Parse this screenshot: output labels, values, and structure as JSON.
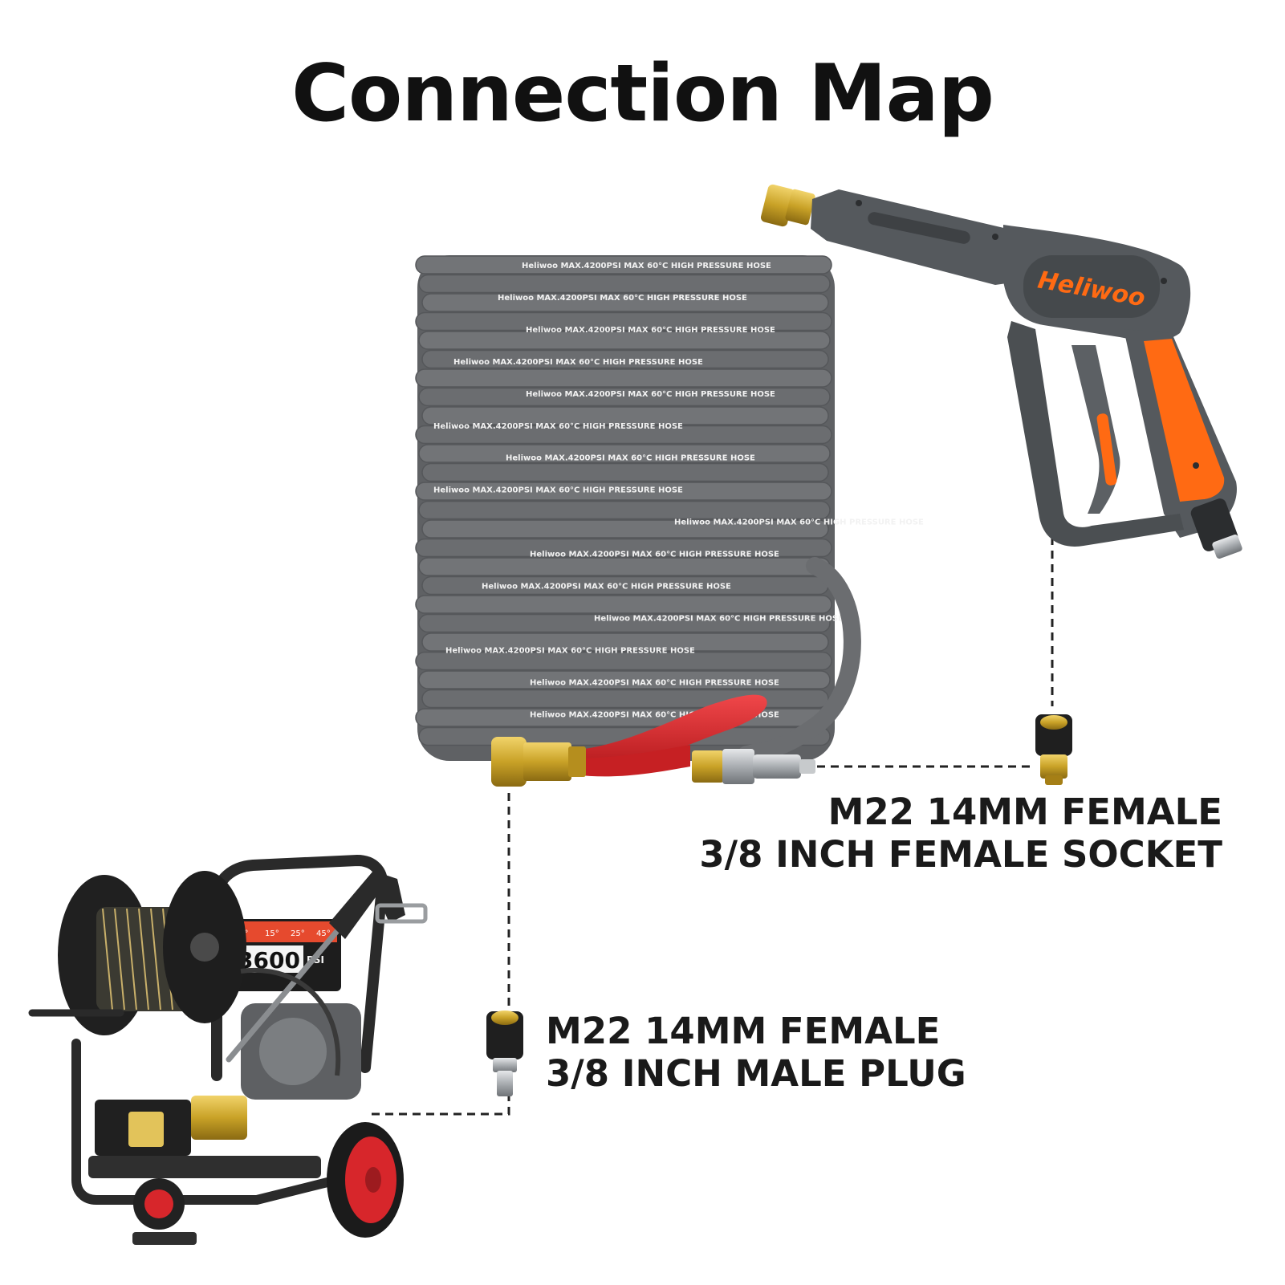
{
  "title": "Connection Map",
  "socket_connector": {
    "line1": "M22 14MM FEMALE",
    "line2": "3/8 INCH FEMALE SOCKET"
  },
  "plug_connector": {
    "line1": "M22 14MM FEMALE",
    "line2": "3/8 INCH MALE PLUG"
  },
  "hose": {
    "brand": "Heliwoo",
    "print": "MAX.4200PSI MAX 60°C HIGH PRESSURE HOSE"
  },
  "gun": {
    "brand": "Heliwoo"
  },
  "washer": {
    "psi": "3600",
    "psi_unit": "PSI",
    "angles": [
      "0°",
      "15°",
      "25°",
      "45°"
    ]
  },
  "colors": {
    "hose": "#6b6d70",
    "brass": "#c9a227",
    "guard": "#d3282a",
    "gun_body": "#55595d",
    "gun_accent": "#ff6a13",
    "frame": "#2a2a2a",
    "wheel_hub": "#d7262b"
  }
}
